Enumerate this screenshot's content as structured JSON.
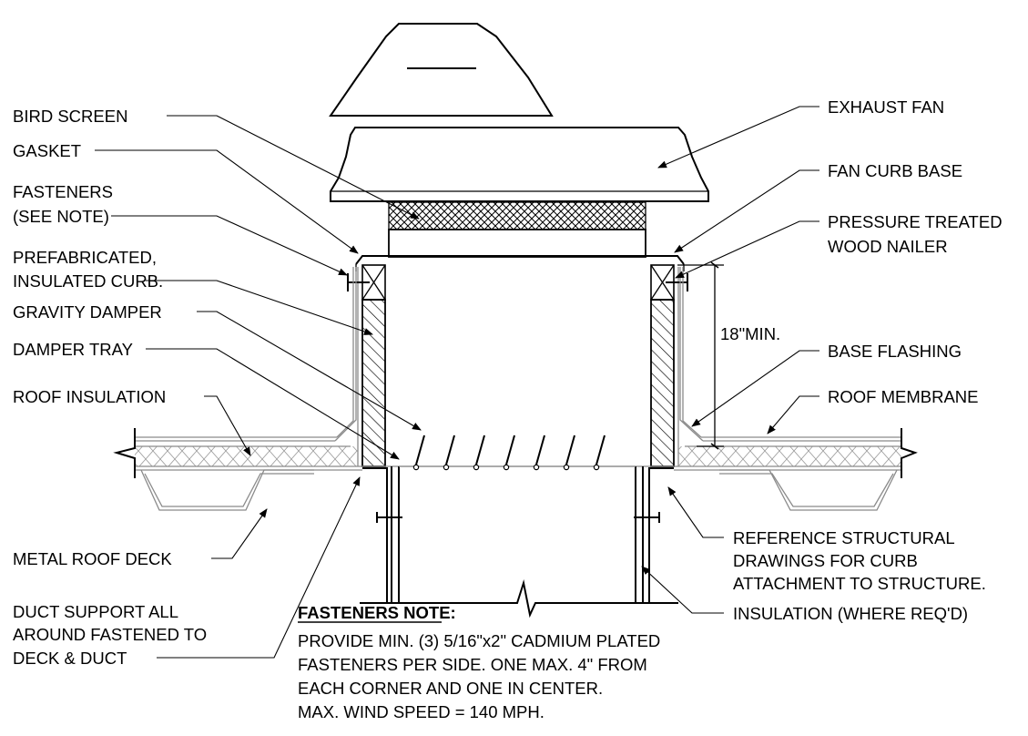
{
  "diagram": {
    "colors": {
      "line": "#000000",
      "secondary_line": "#8a8a8a",
      "background": "#ffffff"
    },
    "labels": {
      "bird_screen": "BIRD SCREEN",
      "gasket": "GASKET",
      "fasteners_1": "FASTENERS",
      "fasteners_2": "(SEE NOTE)",
      "prefab_1": "PREFABRICATED,",
      "prefab_2": "INSULATED CURB.",
      "gravity_damper": "GRAVITY DAMPER",
      "damper_tray": "DAMPER TRAY",
      "roof_insulation": "ROOF INSULATION",
      "metal_roof_deck": "METAL ROOF DECK",
      "duct_support_1": "DUCT SUPPORT ALL",
      "duct_support_2": "AROUND FASTENED TO",
      "duct_support_3": "DECK & DUCT",
      "exhaust_fan": "EXHAUST FAN",
      "fan_curb_base": "FAN CURB BASE",
      "pressure_treated_1": "PRESSURE TREATED",
      "pressure_treated_2": "WOOD NAILER",
      "base_flashing": "BASE FLASHING",
      "roof_membrane": "ROOF MEMBRANE",
      "reference_1": "REFERENCE STRUCTURAL",
      "reference_2": "DRAWINGS FOR CURB",
      "reference_3": "ATTACHMENT TO STRUCTURE.",
      "insulation_where_reqd": "INSULATION (WHERE REQ'D)",
      "dimension": "18\"MIN."
    },
    "note": {
      "heading": "FASTENERS NOTE:",
      "lines": [
        "PROVIDE MIN. (3) 5/16\"x2\" CADMIUM PLATED",
        "FASTENERS PER SIDE. ONE MAX. 4\" FROM",
        "EACH CORNER AND ONE IN CENTER.",
        "MAX. WIND SPEED = 140 MPH."
      ]
    }
  }
}
